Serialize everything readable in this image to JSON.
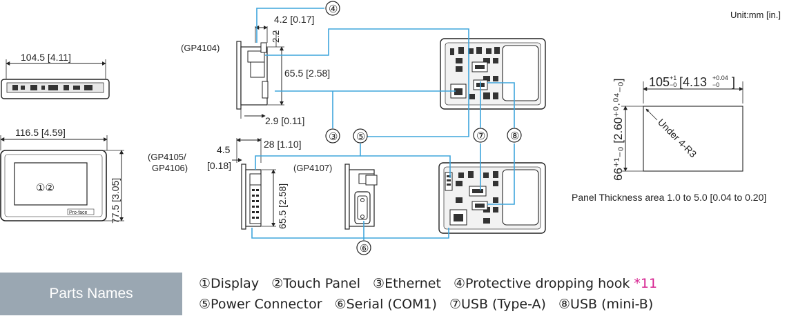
{
  "unit_label": "Unit:mm [in.]",
  "top_view": {
    "width_label": "104.5 [4.11]"
  },
  "front_view": {
    "width_label": "116.5 [4.59]",
    "height_label": "77.5 [3.05]",
    "screen_callouts": "①②",
    "brand": "Pro-face"
  },
  "side_gp4104": {
    "model": "(GP4104)",
    "dim_hook_depth": "4.2 [0.17]",
    "dim_small": "2.2",
    "dim_height": "65.5 [2.58]",
    "dim_bottom": "2.9 [0.11]"
  },
  "side_gp4105": {
    "model_line1": "(GP4105/",
    "model_line2": "GP4106)",
    "dim_depth": "28 [1.10]",
    "dim_front_a": "4.5",
    "dim_front_b": "[0.18]",
    "dim_height": "65.5 [2.58]"
  },
  "side_gp4107": {
    "model": "(GP4107)"
  },
  "callouts": {
    "c3": "③",
    "c4": "④",
    "c5": "⑤",
    "c6": "⑥",
    "c7": "⑦",
    "c8": "⑧"
  },
  "panel_cutout": {
    "width_main": "105",
    "width_tol_up": "+1",
    "width_tol_down": "−0",
    "width_in": "[4.13",
    "width_in_tol_up": "+0.04",
    "width_in_tol_down": "−0",
    "width_in_close": "]",
    "height_label": "66⁺¹₋₀ [2.60⁺⁰·⁰⁴₋₀]",
    "corner_note": "Under 4-R3",
    "thickness_note": "Panel Thickness area 1.0 to 5.0 [0.04 to 0.20]"
  },
  "parts_names": {
    "title": "Parts Names",
    "line1": [
      {
        "label": "①Display"
      },
      {
        "label": "②Touch Panel"
      },
      {
        "label": "③Ethernet"
      },
      {
        "label": "④Protective dropping hook",
        "note": "*11"
      }
    ],
    "line2": [
      {
        "label": "⑤Power Connector"
      },
      {
        "label": "⑥Serial (COM1)"
      },
      {
        "label": "⑦USB (Type-A)"
      },
      {
        "label": "⑧USB (mini-B)"
      }
    ]
  },
  "colors": {
    "leader": "#3ea5dc",
    "label_box": "#9aa7b2",
    "note": "#d6218f"
  }
}
